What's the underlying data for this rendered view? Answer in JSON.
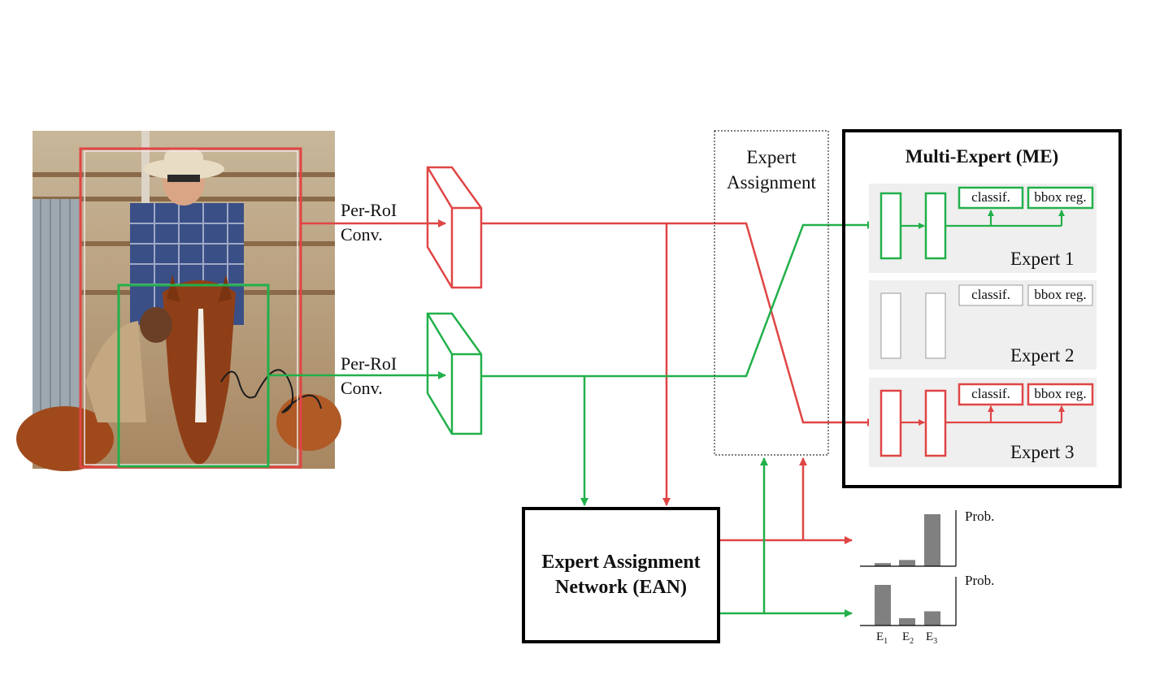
{
  "colors": {
    "red": "#e04545",
    "green": "#22b04a",
    "black": "#000000",
    "expert_bg": "#efefef",
    "bar": "#808080"
  },
  "roi_branches": [
    {
      "label_line1": "Per-RoI",
      "label_line2": "Conv.",
      "color": "red"
    },
    {
      "label_line1": "Per-RoI",
      "label_line2": "Conv.",
      "color": "green"
    }
  ],
  "expert_assignment": {
    "line1": "Expert",
    "line2": "Assignment"
  },
  "multi_expert": {
    "title": "Multi-Expert (ME)",
    "experts": [
      {
        "name": "Expert 1",
        "classif": "classif.",
        "bbox": "bbox reg.",
        "active_color": "green"
      },
      {
        "name": "Expert 2",
        "classif": "classif.",
        "bbox": "bbox reg.",
        "active_color": "none"
      },
      {
        "name": "Expert 3",
        "classif": "classif.",
        "bbox": "bbox reg.",
        "active_color": "red"
      }
    ]
  },
  "ean": {
    "line1": "Expert Assignment",
    "line2": "Network (EAN)"
  },
  "prob_charts": [
    {
      "label": "Prob.",
      "color": "red",
      "values": [
        0.06,
        0.12,
        1.0
      ]
    },
    {
      "label": "Prob.",
      "color": "green",
      "values": [
        1.0,
        0.18,
        0.35
      ]
    }
  ],
  "expert_ticks": [
    {
      "base": "E",
      "sub": "1"
    },
    {
      "base": "E",
      "sub": "2"
    },
    {
      "base": "E",
      "sub": "3"
    }
  ]
}
